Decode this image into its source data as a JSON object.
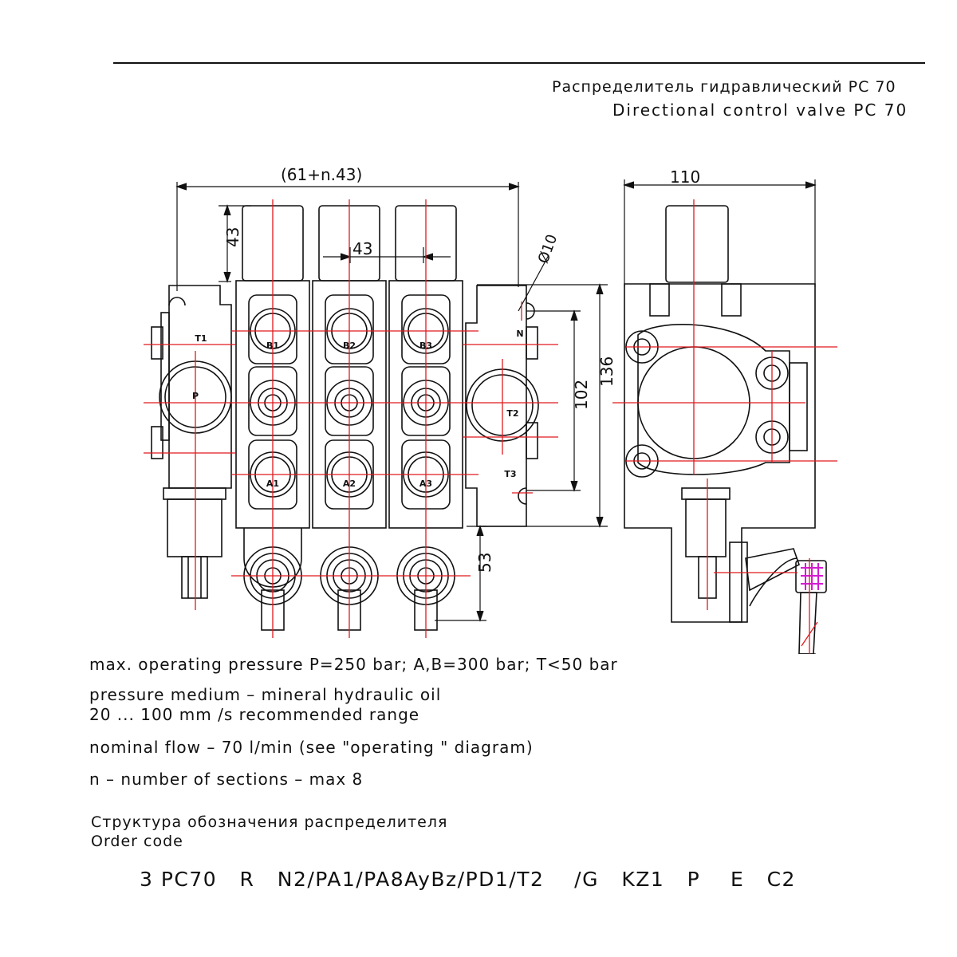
{
  "header": {
    "title_ru": "Распределитель гидравлический PC 70",
    "title_en": "Directional control valve PC 70"
  },
  "dimensions": {
    "overall_width": "(61+n.43)",
    "side_width": "110",
    "spool_protrusion": "43",
    "section_pitch": "43",
    "hole_dia": "Ø10",
    "port_spacing": "102",
    "height": "136",
    "handle_bottom": "53"
  },
  "ports": {
    "t1": "T1",
    "p": "P",
    "n": "N",
    "t2": "T2",
    "t3": "T3",
    "b1": "B1",
    "b2": "B2",
    "b3": "B3",
    "a1": "A1",
    "a2": "A2",
    "a3": "A3"
  },
  "specs": {
    "line1": "max. operating pressure P=250 bar;   A,B=300 bar; T<50 bar",
    "line2a": "pressure medium – mineral hydraulic oil",
    "line2b": "20 ... 100 mm  /s recommended range",
    "line3": "nominal flow – 70 l/min (see \"operating \" diagram)",
    "line4": "n – number of sections – max 8"
  },
  "order": {
    "label_ru": "Структура обозначения распределителя",
    "label_en": "Order code",
    "code": "3 PC70   R   N2/PA1/PA8AyBz/PD1/T2    /G   KZ1   P    E   C2"
  },
  "colors": {
    "line": "#111111",
    "center": "#e0191e",
    "accent": "#d31bd3"
  }
}
